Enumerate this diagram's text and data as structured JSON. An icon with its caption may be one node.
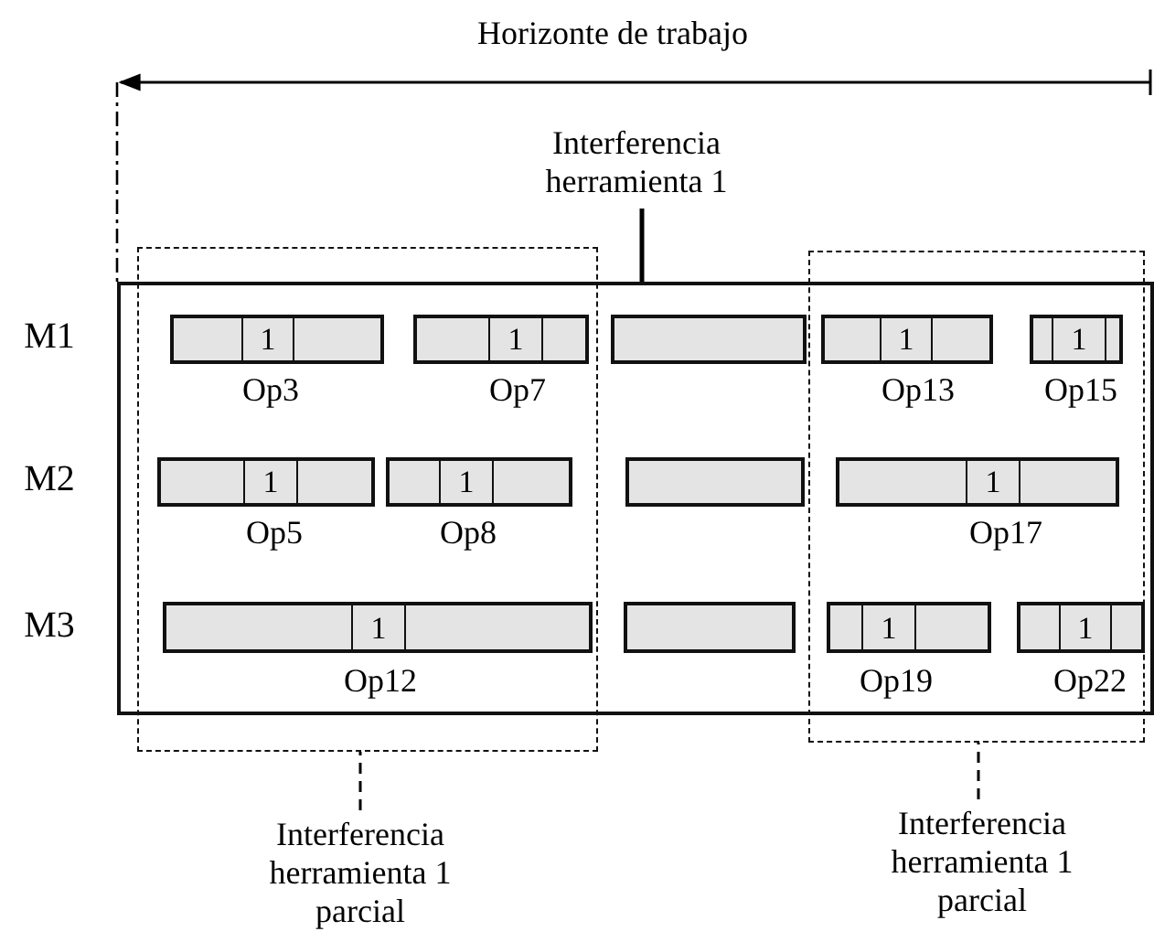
{
  "diagram": {
    "nodes": [
      {
        "text": [
          "Interferencia herramienta 1"
        ]
      },
      {
        "text": [],
        "shape": "box"
      },
      {
        "text": [],
        "shape": "box"
      },
      {
        "text": [],
        "shape": "box"
      },
      {
        "text": [
          "1"
        ],
        "beside": [
          "Op3"
        ],
        "in": 2
      },
      {
        "text": [
          "1"
        ],
        "beside": [
          "Op7"
        ],
        "in": 2
      },
      {
        "text": [],
        "shape": "bar",
        "in": 1
      },
      {
        "text": [
          "1"
        ],
        "beside": [
          "Op13"
        ],
        "in": 3
      },
      {
        "text": [
          "1"
        ],
        "beside": [
          "Op15"
        ],
        "in": 3
      },
      {
        "text": [
          "1"
        ],
        "beside": [
          "Op5"
        ],
        "in": 2
      },
      {
        "text": [
          "1"
        ],
        "beside": [
          "Op8"
        ],
        "in": 2
      },
      {
        "text": [],
        "shape": "bar",
        "in": 1
      },
      {
        "text": [
          "1"
        ],
        "beside": [
          "Op17"
        ],
        "in": 3
      },
      {
        "text": [
          "1"
        ],
        "beside": [
          "Op12"
        ],
        "in": 2
      },
      {
        "text": [],
        "shape": "bar",
        "in": 1
      },
      {
        "text": [
          "1"
        ],
        "beside": [
          "Op19"
        ],
        "in": 3
      },
      {
        "text": [
          "1"
        ],
        "beside": [
          "Op22"
        ],
        "in": 3
      },
      {
        "text": [
          "Interferencia herramienta 1 parcial"
        ]
      },
      {
        "text": [
          "Interferencia herramienta 1 parcial"
        ]
      }
    ],
    "edges": [
      {
        "from": 0,
        "to": 1,
        "arrow": "none"
      },
      {
        "from": 17,
        "to": 2,
        "arrow": "none",
        "style": "dashed"
      },
      {
        "from": 18,
        "to": 3,
        "arrow": "none",
        "style": "dashed"
      }
    ],
    "labels": [
      "Horizonte de trabajo",
      "M1",
      "M2",
      "M3"
    ]
  }
}
